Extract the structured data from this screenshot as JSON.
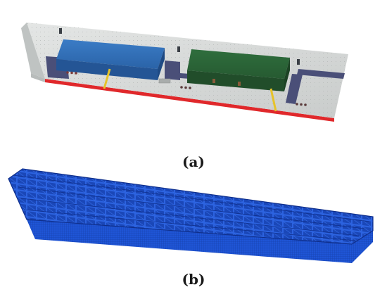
{
  "panels": [
    {
      "caption": "(a)",
      "content": "ship-deck-render"
    },
    {
      "caption": "(b)",
      "content": "finite-element-mesh"
    }
  ],
  "colors": {
    "background": "#ffffff",
    "deck": "#d6d9d8",
    "hull_stripe": "#e0282b",
    "container_blue": "#2e6db4",
    "container_green": "#2c6436",
    "rail": "#4a4f78",
    "crane_arm": "#e6c32a",
    "mesh_blue": "#1f55d6",
    "mesh_line": "#0f2f8c"
  }
}
